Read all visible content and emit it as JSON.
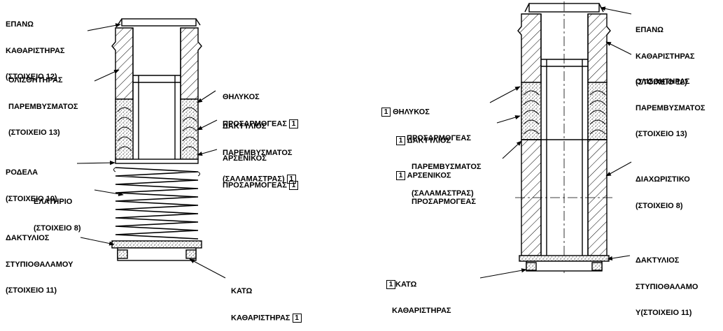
{
  "flag_number": "1",
  "left_labels": {
    "top_wiper": [
      "ΕΠΑΝΩ",
      "ΚΑΘΑΡΙΣΤΗΡΑΣ",
      "(ΣΤΟΙΧΕΙΟ 12)"
    ],
    "packing_retainer": [
      "ΟΛΙΣΘΗΤΗΡΑΣ",
      "ΠΑΡΕΜΒΥΣΜΑΤΟΣ",
      "(ΣΤΟΙΧΕΙΟ 13)"
    ],
    "female_adapter": [
      "ΘΗΛΥΚΟΣ",
      "ΠΡΟΣΑΡΜΟΓΕΑΣ"
    ],
    "packing_ring": [
      "ΔΑΚΤΥΛΙΟΣ",
      "ΠΑΡΕΜΒΥΣΜΑΤΟΣ",
      "(ΣΑΛΑΜΑΣΤΡΑΣ)"
    ],
    "male_adapter": [
      "ΑΡΣΕΝΙΚΟΣ",
      "ΠΡΟΣΑΡΜΟΓΕΑΣ"
    ],
    "washer": [
      "ΡΟΔΕΛΑ",
      "(ΣΤΟΙΧΕΙΟ 10)"
    ],
    "spring": [
      "ΕΛΑΤΗΡΙΟ",
      "(ΣΤΟΙΧΕΙΟ 8)"
    ],
    "gland_ring": [
      "ΔΑΚΤΥΛΙΟΣ",
      "ΣΤΥΠΙΟΘΑΛΑΜΟΥ",
      "(ΣΤΟΙΧΕΙΟ 11)"
    ],
    "bottom_wiper": [
      "ΚΑΤΩ",
      "ΚΑΘΑΡΙΣΤΗΡΑΣ"
    ]
  },
  "right_labels": {
    "top_wiper": [
      "ΕΠΑΝΩ",
      "ΚΑΘΑΡΙΣΤΗΡΑΣ",
      "(ΣΤΟΙΧΕΙΟ 12)"
    ],
    "packing_retainer": [
      "ΟΛΙΣΘΗΤΗΡΑΣ",
      "ΠΑΡΕΜΒΥΣΜΑΤΟΣ",
      "(ΣΤΟΙΧΕΙΟ 13)"
    ],
    "female_adapter": [
      "ΘΗΛΥΚΟΣ",
      "ΠΡΟΣΑΡΜΟΓΕΑΣ"
    ],
    "packing_ring": [
      "ΔΑΚΤΥΛΙΟΣ",
      "ΠΑΡΕΜΒΥΣΜΑΤΟΣ",
      "(ΣΑΛΑΜΑΣΤΡΑΣ)"
    ],
    "male_adapter": [
      "ΑΡΣΕΝΙΚΟΣ",
      "ΠΡΟΣΑΡΜΟΓΕΑΣ"
    ],
    "spacer": [
      "ΔΙΑΧΩΡΙΣΤΙΚΟ",
      "(ΣΤΟΙΧΕΙΟ 8)"
    ],
    "gland_ring": [
      "ΔΑΚΤΥΛΙΟΣ",
      "ΣΤΥΠΙΟΘΑΛΑΜΟ",
      "Υ(ΣΤΟΙΧΕΙΟ 11)"
    ],
    "bottom_wiper": [
      "ΚΑΤΩ",
      "ΚΑΘΑΡΙΣΤΗΡΑΣ"
    ]
  }
}
